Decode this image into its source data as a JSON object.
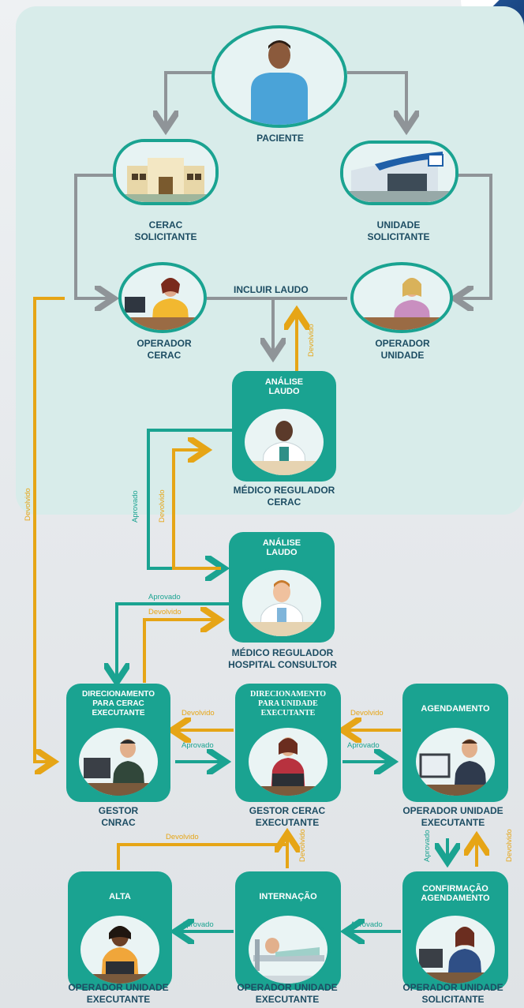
{
  "nodes": {
    "paciente": "PACIENTE",
    "cerac_solicitante": "CERAC\nSOLICITANTE",
    "unidade_solicitante": "UNIDADE\nSOLICITANTE",
    "operador_cerac": "OPERADOR\nCERAC",
    "operador_unidade": "OPERADOR\nUNIDADE",
    "medico_cerac": "MÉDICO REGULADOR\nCERAC",
    "medico_hospital": "MÉDICO REGULADOR\nHOSPITAL CONSULTOR",
    "gestor_cnrac": "GESTOR\nCNRAC",
    "gestor_cerac_exec": "GESTOR CERAC\nEXECUTANTE",
    "operador_unidade_exec_top": "OPERADOR UNIDADE\nEXECUTANTE",
    "operador_unidade_exec_alta": "OPERADOR UNIDADE\nEXECUTANTE",
    "operador_unidade_exec_internacao": "OPERADOR UNIDADE\nEXECUTANTE",
    "operador_unidade_solicitante": "OPERADOR UNIDADE\nSOLICITANTE"
  },
  "cards": {
    "analise1": "ANÁLISE\nLAUDO",
    "analise2": "ANÁLISE\nLAUDO",
    "direcionamento_cerac": "DIRECIONAMENTO\nPARA CERAC\nEXECUTANTE",
    "direcionamento_unidade": "DIRECIONAMENTO\nPARA UNIDADE\nEXECUTANTE",
    "agendamento": "AGENDAMENTO",
    "confirmacao": "CONFIRMAÇÃO\nAGENDAMENTO",
    "internacao": "INTERNAÇÃO",
    "alta": "ALTA"
  },
  "edges": {
    "incluir_laudo": "INCLUIR LAUDO",
    "devolvido": "Devolvido",
    "aprovado": "Aprovado"
  },
  "colors": {
    "teal": "#1aa391",
    "gold": "#e6a516",
    "gray": "#8f9498",
    "navy": "#1d4d63"
  }
}
